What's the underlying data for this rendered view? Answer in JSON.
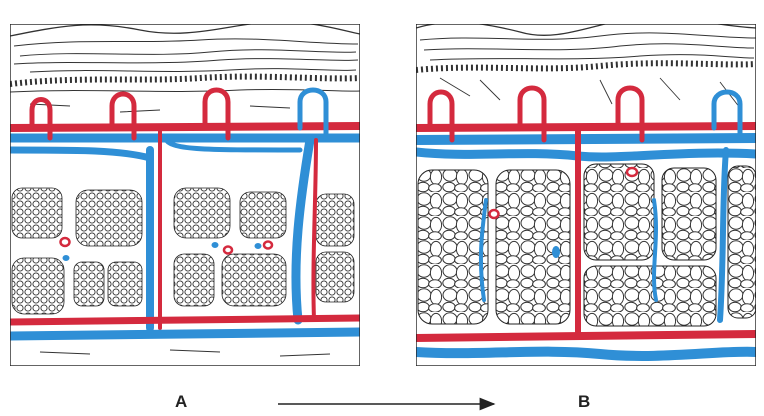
{
  "figure": {
    "panel_a_label": "A",
    "panel_b_label": "B",
    "arrow": "right-arrow"
  },
  "colors": {
    "artery": "#d42a3e",
    "vein": "#2f8fd6",
    "ink": "#222222",
    "paper": "#ffffff"
  }
}
